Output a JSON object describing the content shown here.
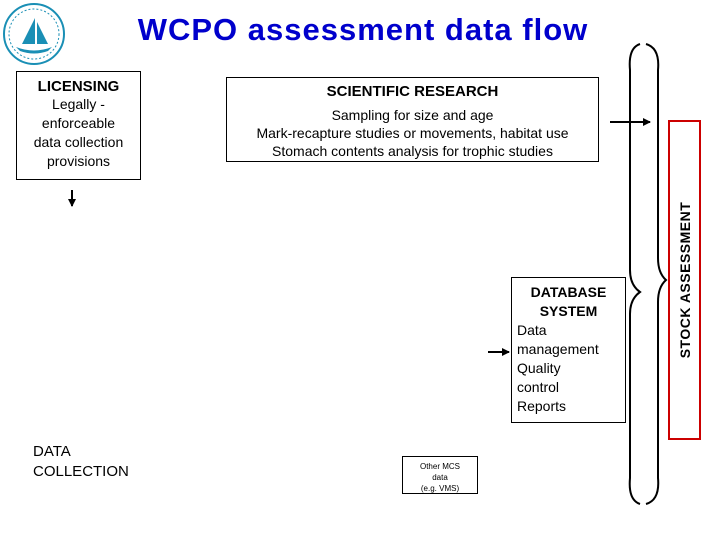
{
  "title": "WCPO assessment data flow",
  "licensing": {
    "heading": "LICENSING",
    "lines": [
      "Legally -",
      "enforceable",
      "data collection",
      "provisions"
    ]
  },
  "scientific_research": {
    "heading": "SCIENTIFIC RESEARCH",
    "lines": [
      "Sampling for size and age",
      "Mark-recapture studies or movements, habitat use",
      "Stomach contents analysis for trophic studies"
    ]
  },
  "database_system": {
    "heading_line1": "DATABASE",
    "heading_line2": "SYSTEM",
    "lines": [
      "Data",
      "management",
      "Quality",
      "control",
      "Reports"
    ]
  },
  "data_collection": {
    "line1": "DATA",
    "line2": "COLLECTION"
  },
  "other_mcs": {
    "line1": "Other MCS",
    "line2": "data",
    "line3": "(e.g. VMS)"
  },
  "stock_assessment": "STOCK ASSESSMENT",
  "colors": {
    "title": "#0000cc",
    "stock_border": "#cc0000",
    "logo": "#1a8fb5"
  }
}
